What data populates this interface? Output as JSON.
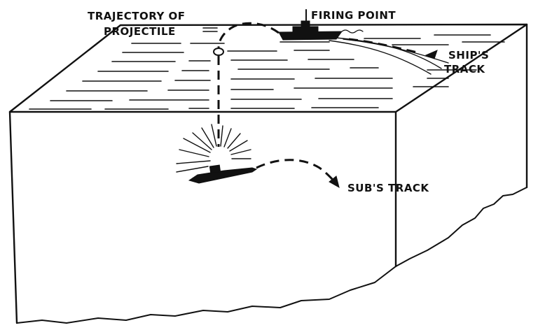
{
  "labels": {
    "trajectory_line1": "TRAJECTORY OF",
    "trajectory_line2": "PROJECTILE",
    "firing_point": "FIRING POINT",
    "ships_track_line1": "SHIP'S",
    "ships_track_line2": "TRACK",
    "subs_track": "SUB'S TRACK"
  },
  "colors": {
    "ink": "#111111",
    "background": "#ffffff"
  }
}
